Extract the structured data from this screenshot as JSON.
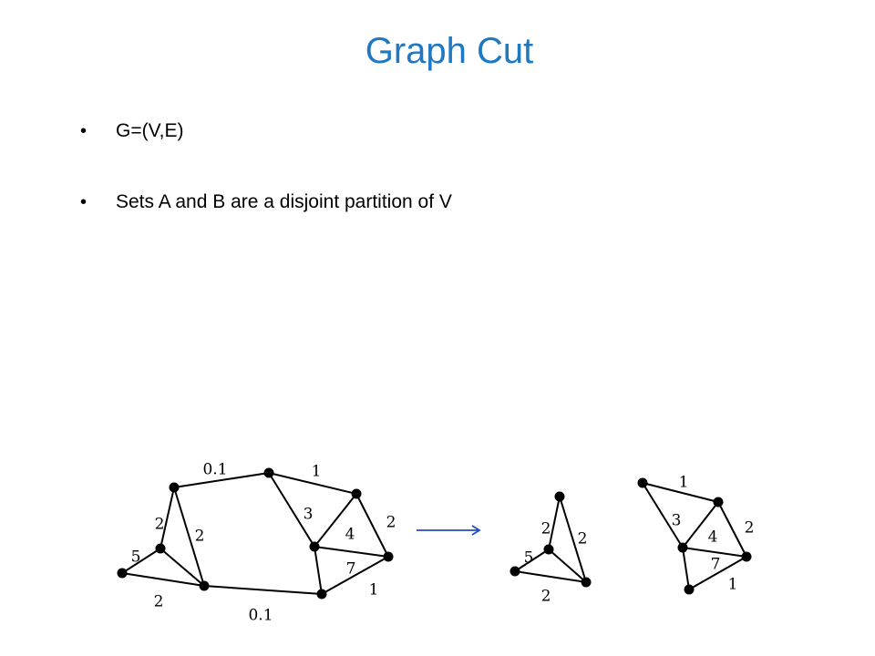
{
  "slide": {
    "title": "Graph Cut",
    "bullets": [
      "G=(V,E)",
      "Sets A and B are a disjoint partition of V"
    ],
    "bullet_glyph": "•",
    "arrow_color": "#1f4fb4",
    "title_color": "#1f78c1"
  },
  "diagram": {
    "graph_full": {
      "nodes": [
        "a",
        "b",
        "c",
        "d",
        "e",
        "f",
        "g",
        "h",
        "i"
      ],
      "edges": [
        {
          "from": "a",
          "to": "b",
          "weight": "0.1"
        },
        {
          "from": "b",
          "to": "e",
          "weight": "1"
        },
        {
          "from": "a",
          "to": "c",
          "weight": "2"
        },
        {
          "from": "a",
          "to": "d",
          "weight": "2"
        },
        {
          "from": "c",
          "to": "g",
          "weight": "5"
        },
        {
          "from": "g",
          "to": "d",
          "weight": "2"
        },
        {
          "from": "c",
          "to": "d",
          "weight": ""
        },
        {
          "from": "b",
          "to": "f",
          "weight": "3"
        },
        {
          "from": "f",
          "to": "e",
          "weight": "4"
        },
        {
          "from": "e",
          "to": "h",
          "weight": "2"
        },
        {
          "from": "f",
          "to": "h",
          "weight": "7"
        },
        {
          "from": "h",
          "to": "i",
          "weight": "1"
        },
        {
          "from": "f",
          "to": "i",
          "weight": ""
        },
        {
          "from": "d",
          "to": "i",
          "weight": "0.1"
        }
      ]
    },
    "partition_a": {
      "nodes": [
        "a",
        "c",
        "g",
        "d"
      ],
      "edges": [
        {
          "from": "a",
          "to": "c",
          "weight": "2"
        },
        {
          "from": "a",
          "to": "d",
          "weight": "2"
        },
        {
          "from": "c",
          "to": "g",
          "weight": "5"
        },
        {
          "from": "g",
          "to": "d",
          "weight": "2"
        },
        {
          "from": "c",
          "to": "d",
          "weight": ""
        }
      ]
    },
    "partition_b": {
      "nodes": [
        "b",
        "e",
        "f",
        "h",
        "i"
      ],
      "edges": [
        {
          "from": "b",
          "to": "e",
          "weight": "1"
        },
        {
          "from": "b",
          "to": "f",
          "weight": "3"
        },
        {
          "from": "f",
          "to": "e",
          "weight": "4"
        },
        {
          "from": "e",
          "to": "h",
          "weight": "2"
        },
        {
          "from": "f",
          "to": "h",
          "weight": "7"
        },
        {
          "from": "h",
          "to": "i",
          "weight": "1"
        },
        {
          "from": "f",
          "to": "i",
          "weight": ""
        }
      ]
    }
  }
}
